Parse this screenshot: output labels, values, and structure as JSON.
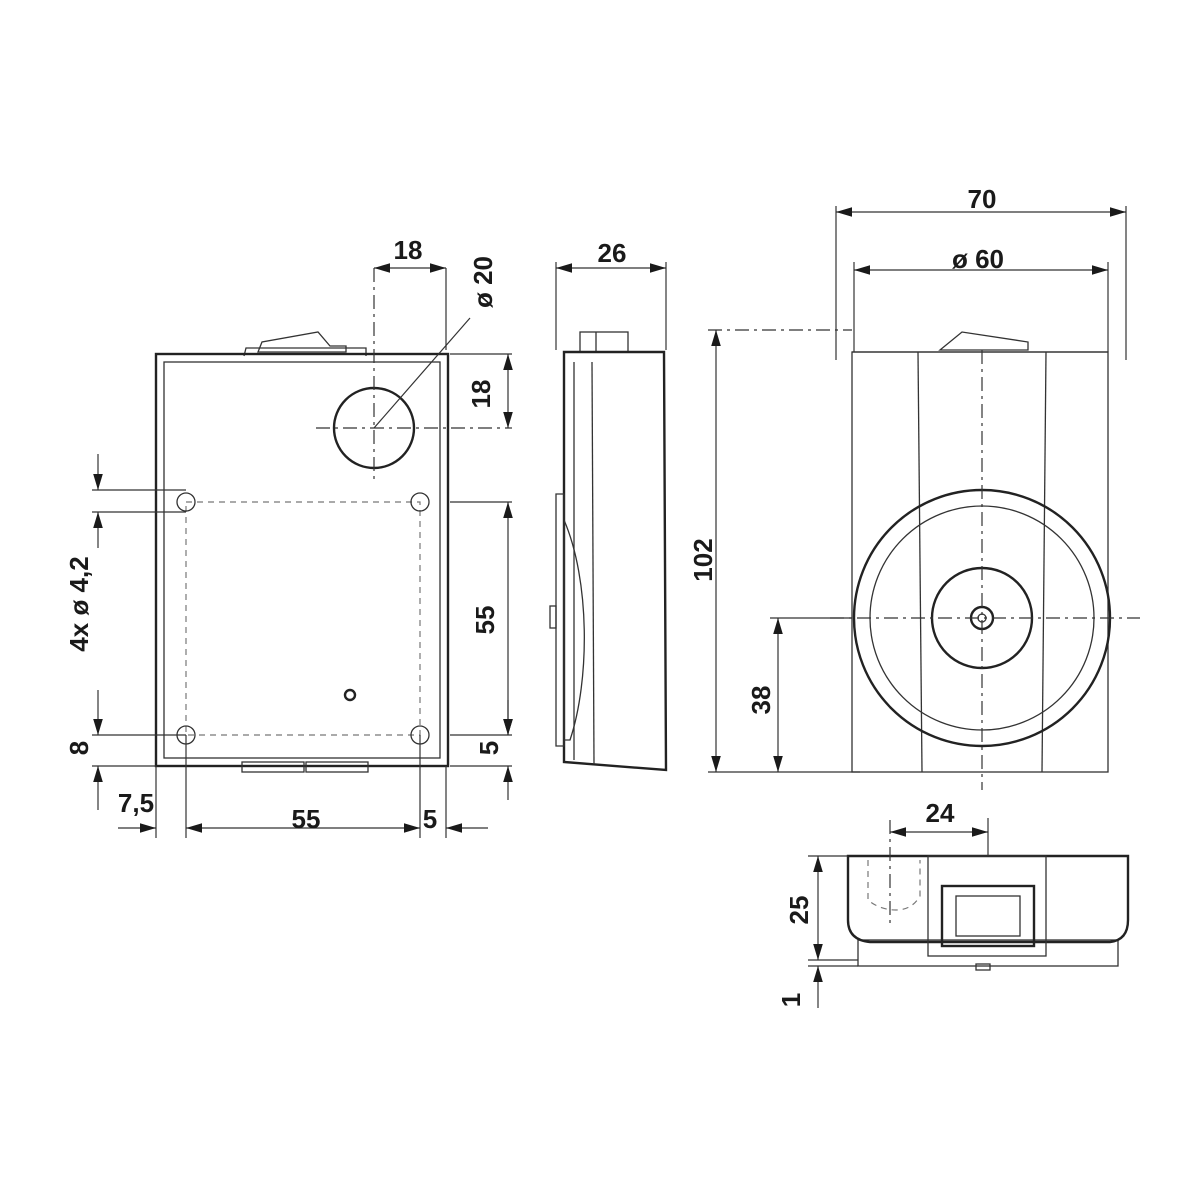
{
  "dimensions": {
    "front_hole_spacing_top": "18",
    "front_hole_diameter": "ø 20",
    "front_hole_offset_vertical": "18",
    "front_mount_holes": "4x ø 4,2",
    "front_mount_spacing_vertical": "55",
    "front_bottom_offset": "8",
    "front_bottom_right_offset": "5",
    "front_left_offset": "7,5",
    "front_mount_spacing_horizontal": "55",
    "front_right_offset": "5",
    "side_depth": "26",
    "rear_width": "70",
    "rear_magnet_diameter": "ø 60",
    "rear_height": "102",
    "rear_magnet_center_height": "38",
    "bottom_switch_width": "24",
    "bottom_height": "25",
    "bottom_plate_thickness": "1"
  },
  "colors": {
    "line": "#222222",
    "face_fill": "#dcdcdc",
    "light_fill": "#ebebeb",
    "dark_fill": "#bdbdbd"
  }
}
